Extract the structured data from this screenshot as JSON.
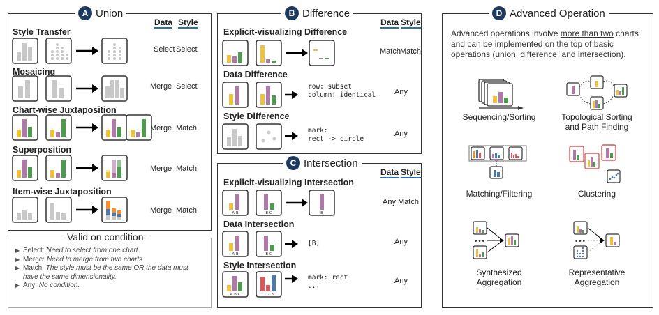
{
  "union": {
    "badge": "A",
    "title": "Union",
    "col_data": "Data",
    "col_style": "Style",
    "rows": [
      {
        "label": "Style Transfer",
        "data": "Select",
        "style": "Select"
      },
      {
        "label": "Mosaicing",
        "data": "Merge",
        "style": "Select"
      },
      {
        "label": "Chart-wise Juxtaposition",
        "data": "Merge",
        "style": "Match"
      },
      {
        "label": "Superposition",
        "data": "Merge",
        "style": "Match"
      },
      {
        "label": "Item-wise Juxtaposition",
        "data": "Merge",
        "style": "Match"
      }
    ]
  },
  "valid": {
    "title": "Valid on condition",
    "items": [
      {
        "key": "Select:",
        "text": "Need to select from one chart."
      },
      {
        "key": "Merge:",
        "text": "Need to merge from two charts."
      },
      {
        "key": "Match:",
        "text": "The style must be the same OR the data must have the same dimensionality."
      },
      {
        "key": "Any:",
        "text": "No condition."
      }
    ]
  },
  "difference": {
    "badge": "B",
    "title": "Difference",
    "col_data": "Data",
    "col_style": "Style",
    "rows": [
      {
        "label": "Explicit-visualizing Difference",
        "data": "Match",
        "style": "Match"
      },
      {
        "label": "Data Difference",
        "code": "row: subset\ncolumn: identical",
        "any": "Any"
      },
      {
        "label": "Style Difference",
        "code": "mark:\nrect -> circle",
        "any": "Any"
      }
    ]
  },
  "intersection": {
    "badge": "C",
    "title": "Intersection",
    "col_data": "Data",
    "col_style": "Style",
    "rows": [
      {
        "label": "Explicit-visualizing Intersection",
        "data": "Any",
        "style": "Match"
      },
      {
        "label": "Data Intersection",
        "code": "[B]",
        "any": "Any"
      },
      {
        "label": "Style Intersection",
        "code": "mark: rect\n...",
        "any": "Any"
      }
    ],
    "tick_ab": "A B",
    "tick_bc": "B C",
    "tick_b": "B",
    "tick_abc": "A B C",
    "tick_123": "1 2 3"
  },
  "advanced": {
    "badge": "D",
    "title": "Advanced Operation",
    "desc_pre": "Advanced operations involve ",
    "desc_u": "more than two",
    "desc_post": " charts and can be implemented on the top of basic operations (union, difference, and intersection).",
    "ops": [
      {
        "l1": "Sequencing/Sorting",
        "l2": ""
      },
      {
        "l1": "Topological Sorting",
        "l2": "and Path Finding"
      },
      {
        "l1": "Matching/Filtering",
        "l2": ""
      },
      {
        "l1": "Clustering",
        "l2": ""
      },
      {
        "l1": "Synthesized",
        "l2": "Aggregation"
      },
      {
        "l1": "Representative",
        "l2": "Aggregation"
      }
    ],
    "dots": "•••"
  },
  "colors": {
    "gray": "#c8c8c8",
    "yellow": "#f0c040",
    "purple": "#b07aa8",
    "green": "#4e9a4e",
    "orange": "#f28e2b",
    "blue": "#4e79a7",
    "red": "#e15759",
    "underline": "#2a6fb0",
    "badge": "#1f3a5f"
  }
}
